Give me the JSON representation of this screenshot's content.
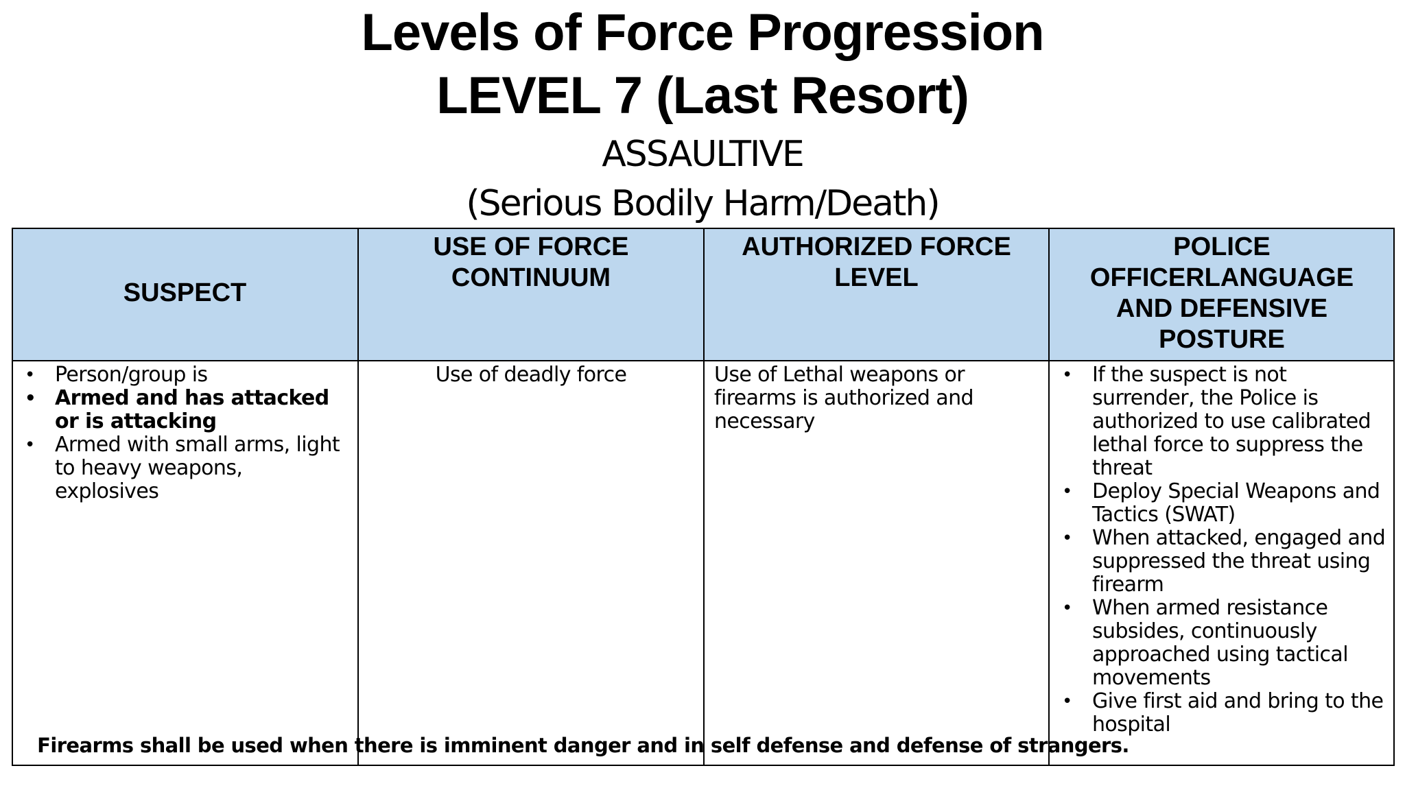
{
  "title": {
    "line1": "Levels of Force Progression",
    "line2": "LEVEL 7 (Last Resort)"
  },
  "subtitle": {
    "line1": "ASSAULTIVE",
    "line2": "(Serious Bodily Harm/Death)"
  },
  "table": {
    "headers": [
      "SUSPECT",
      "USE OF FORCE CONTINUUM",
      "AUTHORIZED FORCE LEVEL",
      "POLICE OFFICERLANGUAGE AND DEFENSIVE POSTURE"
    ],
    "suspect": [
      "Person/group is",
      "Armed and has attacked or is attacking",
      "Armed with small arms, light to heavy weapons, explosives"
    ],
    "continuum": "Use of deadly force",
    "authorized": "Use of Lethal weapons or firearms is authorized and necessary",
    "police": [
      "If the suspect is not surrender, the Police is authorized to use calibrated lethal force to suppress the threat",
      "Deploy Special Weapons and Tactics (SWAT)",
      "When attacked, engaged and suppressed the threat using firearm",
      "When armed resistance subsides, continuously approached using tactical movements",
      "Give first aid and bring to the hospital"
    ]
  },
  "footer": "Firearms shall be used when there is imminent danger and in self defense and defense of strangers."
}
